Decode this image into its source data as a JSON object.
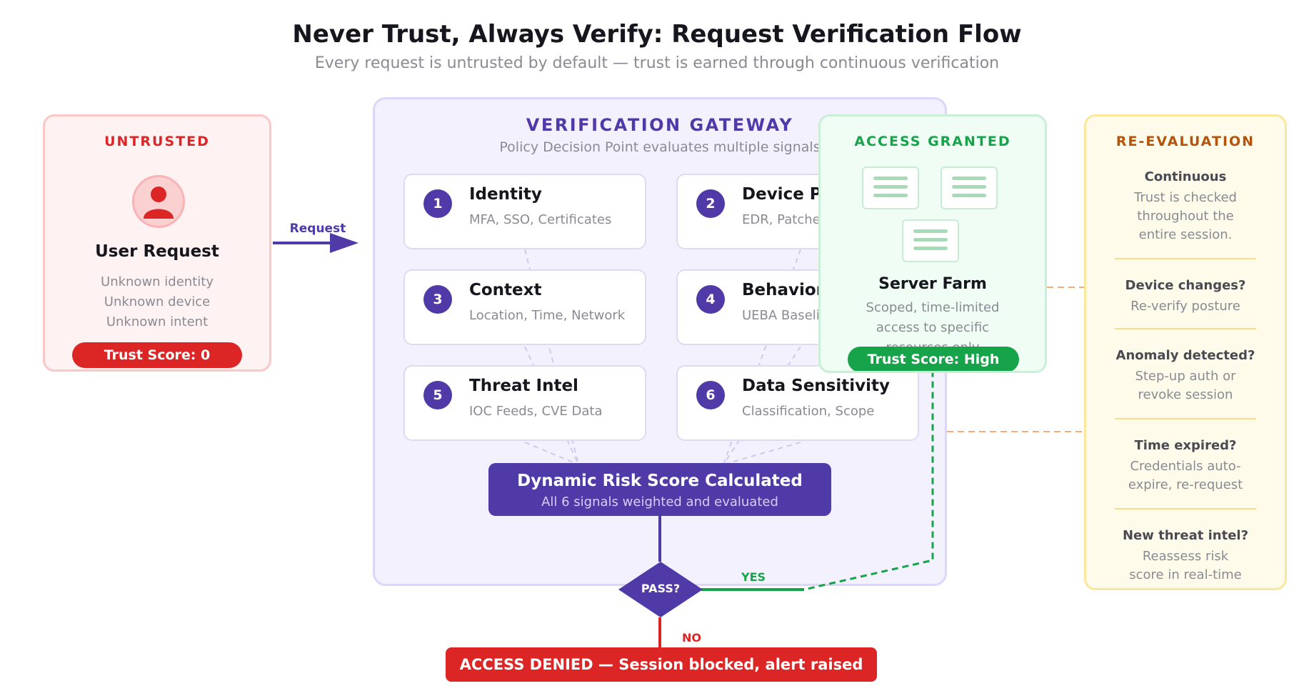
{
  "title": "Never Trust, Always Verify: Request Verification Flow",
  "subtitle": "Every request is untrusted by default — trust is earned through continuous verification",
  "colors": {
    "purple": "#4f3aa8",
    "red": "#dc2626",
    "green": "#16a34a",
    "orange": "#b45309"
  },
  "untrusted": {
    "heading": "UNTRUSTED",
    "icon": "user-icon",
    "title": "User Request",
    "lines": [
      "Unknown identity",
      "Unknown device",
      "Unknown intent"
    ],
    "score": "Trust Score: 0"
  },
  "request_label": "Request",
  "gateway": {
    "heading": "VERIFICATION GATEWAY",
    "subheading": "Policy Decision Point evaluates multiple signals",
    "signals": [
      {
        "num": "1",
        "name": "Identity",
        "desc": "MFA, SSO, Certificates"
      },
      {
        "num": "2",
        "name": "Device Posture",
        "desc": "EDR, Patches, Compliance"
      },
      {
        "num": "3",
        "name": "Context",
        "desc": "Location, Time, Network"
      },
      {
        "num": "4",
        "name": "Behavior",
        "desc": "UEBA Baselines"
      },
      {
        "num": "5",
        "name": "Threat Intel",
        "desc": "IOC Feeds, CVE Data"
      },
      {
        "num": "6",
        "name": "Data Sensitivity",
        "desc": "Classification, Scope"
      }
    ],
    "risk_title": "Dynamic Risk Score Calculated",
    "risk_sub": "All 6 signals weighted and evaluated"
  },
  "decision": {
    "label": "PASS?",
    "yes": "YES",
    "no": "NO",
    "denied": "ACCESS DENIED — Session blocked, alert raised"
  },
  "granted": {
    "heading": "ACCESS GRANTED",
    "icon": "server-icon",
    "title": "Server Farm",
    "desc": [
      "Scoped, time-limited",
      "access to specific",
      "resources only"
    ],
    "score": "Trust Score: High"
  },
  "reeval": {
    "heading": "RE-EVALUATION",
    "items": [
      {
        "title": "Continuous",
        "desc": [
          "Trust is checked",
          "throughout the",
          "entire session."
        ]
      },
      {
        "title": "Device changes?",
        "desc": [
          "Re-verify posture"
        ]
      },
      {
        "title": "Anomaly detected?",
        "desc": [
          "Step-up auth or",
          "revoke session"
        ]
      },
      {
        "title": "Time expired?",
        "desc": [
          "Credentials auto-",
          "expire, re-request"
        ]
      },
      {
        "title": "New threat intel?",
        "desc": [
          "Reassess risk",
          "score in real-time"
        ]
      }
    ]
  }
}
